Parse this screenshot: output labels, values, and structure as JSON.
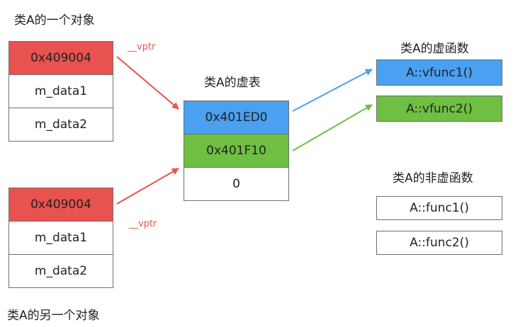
{
  "object1": {
    "title": "类A的一个对象",
    "vptr_value": "0x409004",
    "field1": "m_data1",
    "field2": "m_data2",
    "vptr_label": "__vptr"
  },
  "object2": {
    "title": "类A的另一个对象",
    "vptr_value": "0x409004",
    "field1": "m_data1",
    "field2": "m_data2",
    "vptr_label": "__vptr"
  },
  "vtable": {
    "title": "类A的虚表",
    "entries": [
      "0x401ED0",
      "0x401F10",
      "0"
    ]
  },
  "virtual_functions": {
    "title": "类A的虚函数",
    "items": [
      "A::vfunc1()",
      "A::vfunc2()"
    ]
  },
  "non_virtual_functions": {
    "title": "类A的非虚函数",
    "items": [
      "A::func1()",
      "A::func2()"
    ]
  },
  "colors": {
    "vptr": "#e8534f",
    "vfunc1": "#4aa0f1",
    "vfunc2": "#6fbf43"
  }
}
